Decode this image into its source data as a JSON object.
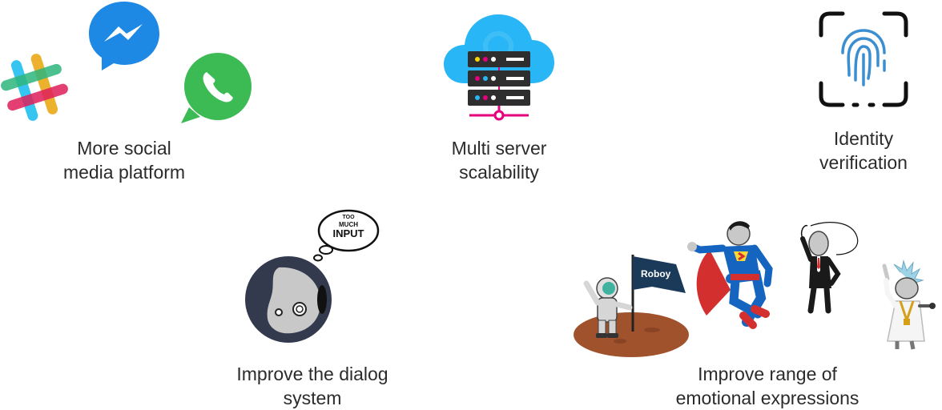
{
  "features": {
    "social": {
      "lines": [
        "More social",
        "media platform"
      ]
    },
    "server": {
      "lines": [
        "Multi server",
        "scalability"
      ]
    },
    "identity": {
      "lines": [
        "Identity",
        "verification"
      ]
    },
    "dialog": {
      "lines": [
        "Improve the dialog",
        "system"
      ],
      "bubble": [
        "TOO",
        "MUCH",
        "INPUT"
      ]
    },
    "emotion": {
      "lines": [
        "Improve range of",
        "emotional expressions"
      ],
      "flag_text": "Roboy"
    }
  },
  "colors": {
    "messenger": "#1e88e5",
    "whatsapp": "#3cba54",
    "cloud": "#29b6f6",
    "server_rack": "#2e2e2e",
    "network_line": "#e6007e",
    "fingerprint": "#3b8fd1",
    "scan_frame": "#111111",
    "mars": "#a0522d",
    "flag": "#1b3a5a"
  },
  "icons": [
    "slack-icon",
    "messenger-icon",
    "whatsapp-icon",
    "cloud-server-icon",
    "fingerprint-scan-icon",
    "robot-head-icon",
    "thought-bubble-icon",
    "astronaut-icon",
    "superhero-icon",
    "whip-figure-icon",
    "rocker-figure-icon"
  ]
}
